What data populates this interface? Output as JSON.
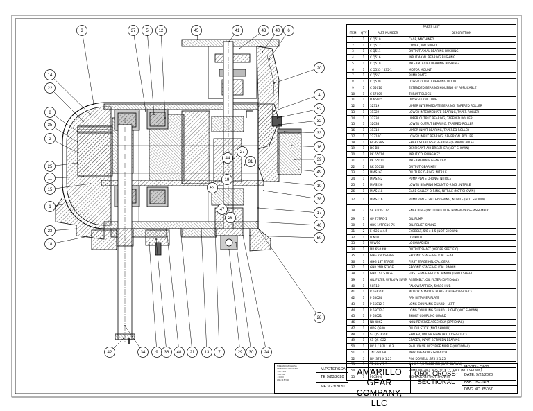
{
  "callouts": {
    "top": [
      "3",
      "37",
      "5",
      "12",
      "45",
      "41",
      "43",
      "40",
      "6"
    ],
    "right": [
      "20",
      "4",
      "52",
      "32",
      "33",
      "16",
      "39",
      "49",
      "10",
      "38",
      "17",
      "46",
      "50",
      "28"
    ],
    "left": [
      "14",
      "22",
      "8",
      "35",
      "2",
      "25",
      "11",
      "15",
      "1",
      "23",
      "18"
    ],
    "bottom": [
      "42",
      "34",
      "9",
      "36",
      "48",
      "21",
      "13",
      "7",
      "29",
      "30",
      "24"
    ],
    "inner": [
      "27",
      "44",
      "19",
      "53",
      "47",
      "26",
      "31"
    ]
  },
  "parts_list": {
    "title": "PARTS LIST",
    "headers": [
      "ITEM",
      "QTY",
      "PART NUMBER",
      "DESCRIPTION"
    ],
    "rows": [
      [
        "1",
        "1",
        "C Q510",
        "CASE, MACHINED"
      ],
      [
        "2",
        "1",
        "C Q512",
        "COVER, MACHINED"
      ],
      [
        "3",
        "1",
        "C Q511",
        "OUTPUT AXIAL BEARING BUSHING"
      ],
      [
        "4",
        "1",
        "C Q516",
        "INPUT AXIAL BEARING BUSHING"
      ],
      [
        "5",
        "1",
        "C Q519",
        "INTERM. AXIAL BEARING BUSHING"
      ],
      [
        "6",
        "1",
        "C Q535 / 535-1",
        "MOTOR MOUNT"
      ],
      [
        "7",
        "1",
        "C Q551",
        "PUMP PLATE"
      ],
      [
        "8",
        "1",
        "C Q530",
        "LOWER OUTPUT BEARING MOUNT"
      ],
      [
        "9",
        "1",
        "C 65010",
        "EXTENDED BEARING HOUSING (IF APPLICABLE)"
      ],
      [
        "10",
        "1",
        "C 67009",
        "THRUST BLOCK"
      ],
      [
        "11",
        "1",
        "O 65015",
        "DRYWELL OIL TUBE"
      ],
      [
        "12",
        "1",
        "32319",
        "UPPER INTERMEDIATE BEARING, TAPERED ROLLER"
      ],
      [
        "13",
        "1",
        "31322",
        "LOWER INTERMEDIATE BEARING, TAPER ROLLER"
      ],
      [
        "14",
        "1",
        "32230",
        "UPPER OUTPUT BEARING, TAPERED ROLLER"
      ],
      [
        "15",
        "1",
        "32038",
        "LOWER OUTPUT BEARING, TAPERED ROLLER"
      ],
      [
        "16",
        "1",
        "31310",
        "UPPER INPUT BEARING, TAPERED ROLLER"
      ],
      [
        "17",
        "1",
        "22310C",
        "LOWER INPUT BEARING, SPHERICAL ROLLER"
      ],
      [
        "18",
        "1",
        "6026-2RS",
        "SHAFT STABILIZER BEARING (IF APPLICABLE)"
      ],
      [
        "19",
        "1",
        "DC-BB",
        "DESSICANT AIR BREATHER (NOT SHOWN)"
      ],
      [
        "20",
        "1",
        "RK 65014",
        "INPUT COUPLING KEY"
      ],
      [
        "21",
        "1",
        "RK 65011",
        "INTERMEDIATE GEAR KEY"
      ],
      [
        "22",
        "1",
        "RK 65010",
        "OUTPUT GEAR KEY"
      ],
      [
        "23",
        "2",
        "M AS162",
        "OIL TUBE O-RING, NITRILE"
      ],
      [
        "24",
        "1",
        "M AS242",
        "PUMP PLATE O-RING, NITRILE"
      ],
      [
        "25",
        "1",
        "M AS256",
        "LOWER BEARING MOUNT O-RING , NITRILE"
      ],
      [
        "26",
        "1",
        "M AS118",
        "CASE GALLEY O-RING, NITRILE (NOT SHOWN)"
      ],
      [
        "27",
        "1",
        "M AS116",
        "PUMP PLATE GALLEY O-RING, NITRILE (NOT SHOWN)"
      ],
      [
        "28",
        "2",
        "SR 3100-177",
        "SNAP RING (INCLUDED WITH NON-REVERSE ASSEMBLY)"
      ],
      [
        "29",
        "1",
        "OP 75TRC-1",
        "OIL PUMP"
      ],
      [
        "30",
        "1",
        "ORS 19TRC16-75",
        "OIL RELIEF SPRING"
      ],
      [
        "31",
        "2",
        "E .625 x 4.5",
        "EYEBOLT, 5/8 x 4.5 (NOT SHOWN)"
      ],
      [
        "32",
        "1",
        "N N10",
        "LOCKNUT"
      ],
      [
        "33",
        "1",
        "W W10",
        "LOCKWASHER"
      ],
      [
        "34",
        "1",
        "M2 65###",
        "OUTPUT SHAFT (ORDER SPECIFIC)"
      ],
      [
        "35",
        "1",
        "GHG 2ND STAGE",
        "SECOND STAGE HELICAL GEAR"
      ],
      [
        "36",
        "1",
        "GHG 1ST STAGE",
        "FIRST STAGE HELICAL GEAR"
      ],
      [
        "37",
        "1",
        "GHP 2ND STAGE",
        "SECOND STAGE HELICAL PINION"
      ],
      [
        "38",
        "1",
        "GHP 1ST STAGE",
        "FIRST STAGE HELICAL PINION (INPUT SHAFT)"
      ],
      [
        "39",
        "1",
        "OIL FILTER W/FLOW SWITCH",
        "ASSEMBLY, OIL FILTER (OPTIONAL)"
      ],
      [
        "40",
        "1",
        "50R10",
        "FALK WRAPFLEX, 50R10 HUB"
      ],
      [
        "41",
        "1",
        "P 65###",
        "MOTOR ADAPTOR PLATE (ORDER SPECIFIC)"
      ],
      [
        "42",
        "1",
        "P 65024",
        "FAN RETAINER PLATE"
      ],
      [
        "43",
        "1",
        "P 65012-1",
        "LONG COUPLING GUARD - LEFT"
      ],
      [
        "44",
        "1",
        "P 65012-2",
        "LONG COUPLING GUARD - RIGHT (NOT SHOWN)"
      ],
      [
        "45",
        "1",
        "P 65021",
        "SHORT COUPLING GUARD"
      ],
      [
        "46",
        "1",
        "NR 4862",
        "NON REVERSE ASSEMBLY (OPTIONAL)"
      ],
      [
        "47",
        "1",
        "ODS Q500",
        "OIL DIP STICK (NOT SHOWN)"
      ],
      [
        "48",
        "1",
        "S2 Q5 .###",
        "SPACER, UNDER GEAR (RATIO SPECIFIC)"
      ],
      [
        "49",
        "1",
        "S1 Q5 .822",
        "SPACER, INPUT BETWEEN BEARING"
      ],
      [
        "50",
        "1",
        "BV 1 / BFN 1 X 3",
        "BALL VALVE W/3\" PIPE NIPPLE (OPTIONAL)"
      ],
      [
        "51",
        "1",
        "TN12803-8",
        "INPRO BEARING ISOLATOR"
      ],
      [
        "52",
        "3",
        "DP .375 X 1.25",
        "PIN, DOWELL .375 X 1.25"
      ],
      [
        "53",
        "2",
        "TP #9 X 2.5",
        "#9 X 2 1/2 TAPER PIN (NOT SHOWN)"
      ],
      [
        "54",
        "2",
        "SM .875 X 1",
        "SUMP MAGNET .875 OD X 1\" THICK (NOT SHOWN)"
      ],
      [
        "55",
        "1",
        "P1030-4",
        "SIGHT GLASS (NOT SHOWN)"
      ]
    ]
  },
  "title_block": {
    "tolerance_notes": [
      "TOLERANCES UNLESS",
      "OTHERWISE SPECIFIED",
      ".XXX ±.005",
      ".XX ±.010",
      ".X ±.030",
      "ANG ±0.5°±.30"
    ],
    "drawn_by": "M.PETERSON",
    "checked": "TE 9/23/2020",
    "approved": "MF 9/23/2020",
    "company_line1": "AMARILLO GEAR",
    "company_line2": "COMPANY, LLC",
    "title_line1": "Q500 CROSS-",
    "title_line2": "SECTIONAL",
    "model": "MODEL:  Q500",
    "date": "DATE:    9/23/2020",
    "part_no": "PART NO.  N/A",
    "dwg_no": "DWG NO.   65057"
  },
  "colors": {
    "line": "#000000",
    "hatch": "#555555",
    "paper": "#ffffff"
  }
}
